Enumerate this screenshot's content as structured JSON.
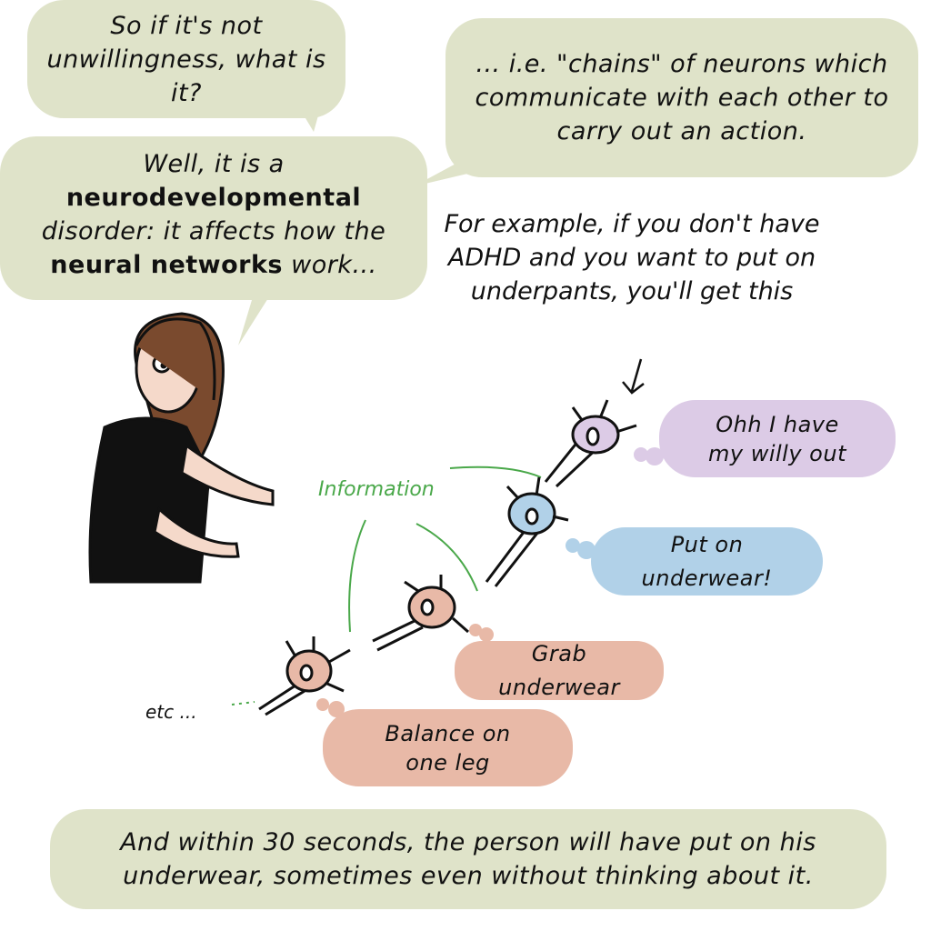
{
  "bubbles": {
    "question": "So if it's not unwillingness, what is it?",
    "chains": "... i.e. \"chains\" of neurons which communicate with each other to carry out an action.",
    "answer": {
      "part1": "Well, it is a",
      "bold1": "neurodevelopmental",
      "part2": "disorder: it affects how the",
      "bold2": "neural networks",
      "part3": "work..."
    },
    "example": "For example, if you don't have ADHD and you want to put on underpants, you'll get this",
    "purple": "Ohh I have my willy out",
    "blue": "Put on underwear!",
    "grab": "Grab underwear",
    "balance": "Balance on one leg",
    "conclusion": "And within 30 seconds, the person will have put on his underwear, sometimes even without thinking about it."
  },
  "labels": {
    "information": "Information",
    "etc": "etc ..."
  },
  "colors": {
    "green_bubble": "#dfe3c9",
    "purple": "#dccbe6",
    "blue": "#b1d1e8",
    "salmon": "#e8b9a7",
    "info_green": "#4aa84a"
  }
}
